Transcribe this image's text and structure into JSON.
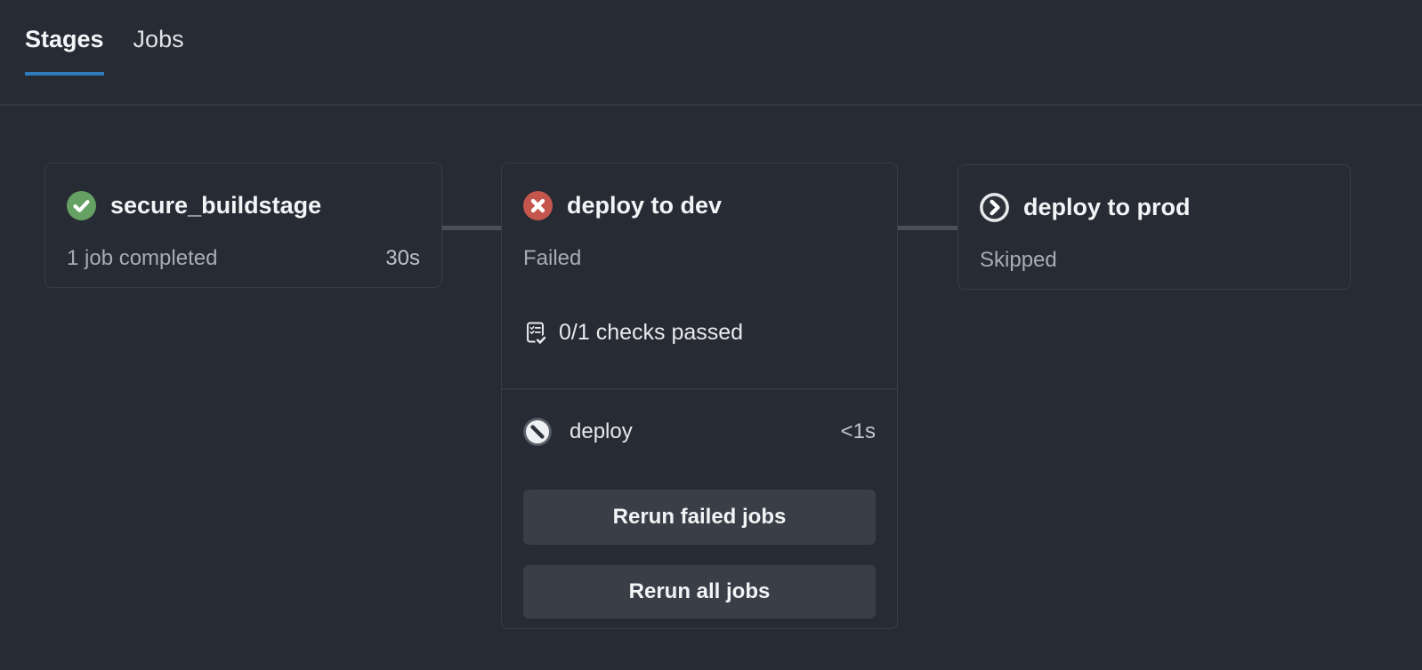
{
  "tabs": [
    {
      "label": "Stages",
      "active": true
    },
    {
      "label": "Jobs",
      "active": false
    }
  ],
  "stages": [
    {
      "name": "secure_buildstage",
      "status": "success",
      "status_icon": "success-check-icon",
      "status_text": "1 job completed",
      "duration": "30s"
    },
    {
      "name": "deploy to dev",
      "status": "failed",
      "status_icon": "failed-x-icon",
      "status_text": "Failed",
      "checks_text": "0/1 checks passed",
      "jobs": [
        {
          "name": "deploy",
          "duration": "<1s",
          "status": "canceled",
          "icon": "canceled-slash-icon"
        }
      ],
      "actions": [
        {
          "label": "Rerun failed jobs"
        },
        {
          "label": "Rerun all jobs"
        }
      ]
    },
    {
      "name": "deploy to prod",
      "status": "skipped",
      "status_icon": "skipped-chevron-icon",
      "status_text": "Skipped"
    }
  ],
  "colors": {
    "background": "#272b33",
    "card_border": "#383d45",
    "connector": "#4a505a",
    "accent_blue": "#2e7bbf",
    "success_green": "#66a164",
    "failed_red": "#c5564e",
    "button_background": "#3a3f47",
    "text_primary": "#f2f4f6",
    "text_secondary": "#a7adb4"
  }
}
